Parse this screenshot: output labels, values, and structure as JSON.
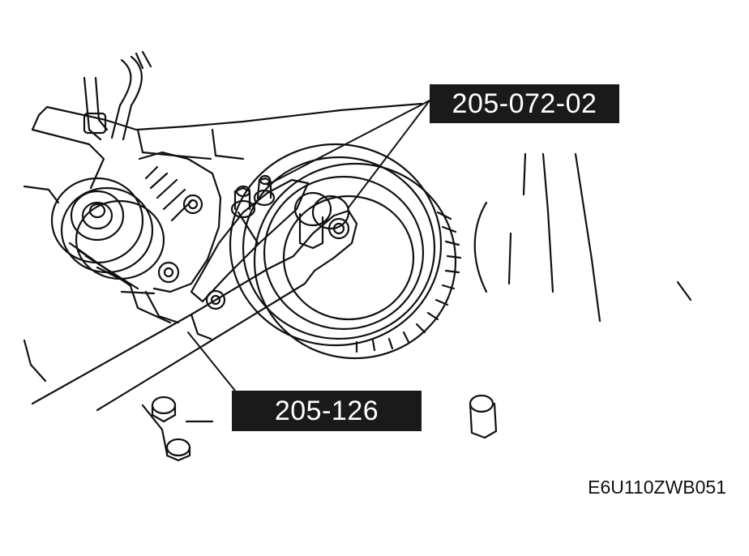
{
  "callouts": {
    "tool_top": "205-072-02",
    "tool_bottom": "205-126"
  },
  "figure_code": "E6U110ZWB051",
  "colors": {
    "line": "#111111",
    "label_bg": "#1a1a1a",
    "label_text": "#ffffff",
    "background": "#ffffff"
  }
}
